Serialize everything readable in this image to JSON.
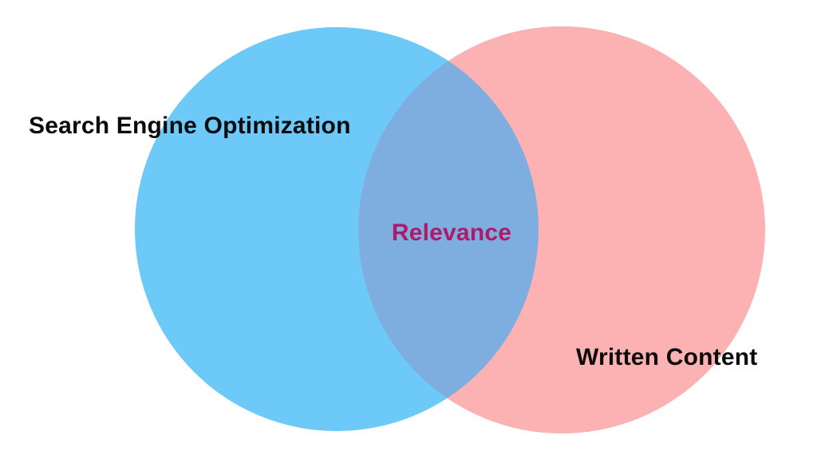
{
  "diagram": {
    "type": "venn",
    "background_color": "#ffffff",
    "left_circle": {
      "label": "Search Engine Optimization",
      "fill": "#6CC9F8"
    },
    "right_circle": {
      "label": "Written Content",
      "fill": "#FCB1B2"
    },
    "intersection": {
      "label": "Relevance",
      "fill": "#7EAEDF",
      "label_color": "#AC1A6B"
    },
    "label_color": "#0b0b0b"
  }
}
